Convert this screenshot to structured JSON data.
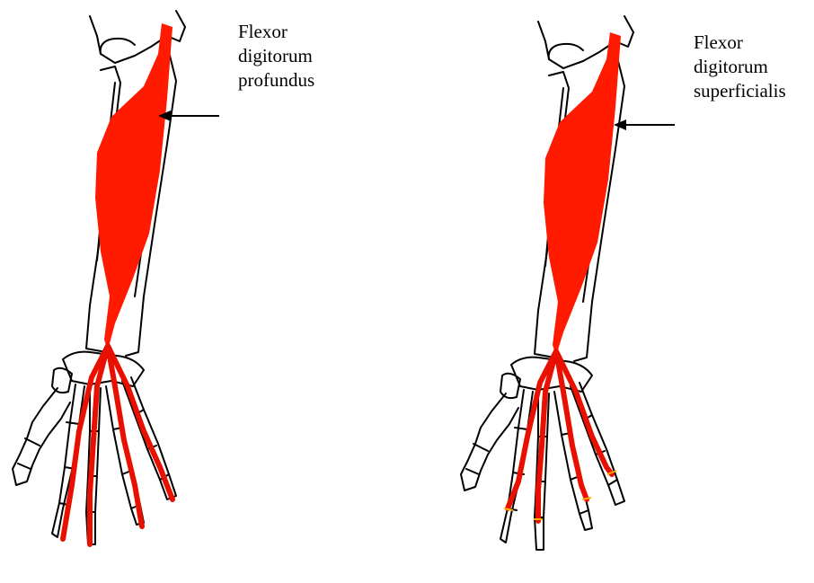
{
  "figures": [
    {
      "label_lines": [
        "Flexor",
        "digitorum",
        "profundus"
      ]
    },
    {
      "label_lines": [
        "Flexor",
        "digitorum",
        "superficialis"
      ]
    }
  ],
  "colors": {
    "muscle": "#ff1a00",
    "tendon": "#e81000",
    "bone_outline": "#000000",
    "background": "#ffffff"
  }
}
